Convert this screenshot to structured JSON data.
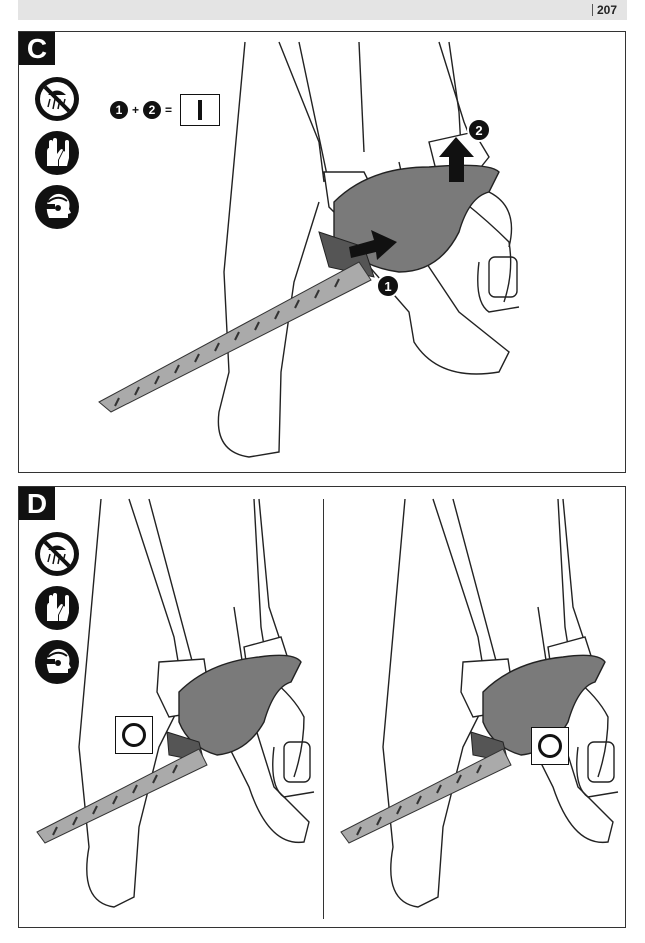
{
  "header": {
    "page_number": "207"
  },
  "panel_c": {
    "letter": "C",
    "formula": {
      "first": "1",
      "plus": "+",
      "second": "2",
      "equals": "="
    },
    "callouts": {
      "step_1": "1",
      "step_2": "2"
    },
    "icons": [
      "no-rain-icon",
      "gloves-icon",
      "eye-ear-protection-icon"
    ]
  },
  "panel_d": {
    "letter": "D",
    "icons": [
      "no-rain-icon",
      "gloves-icon",
      "eye-ear-protection-icon"
    ]
  },
  "colors": {
    "accent_dark": "#111111",
    "tool_body": "#7a7a7a",
    "header_bar": "#e4e4e4"
  }
}
